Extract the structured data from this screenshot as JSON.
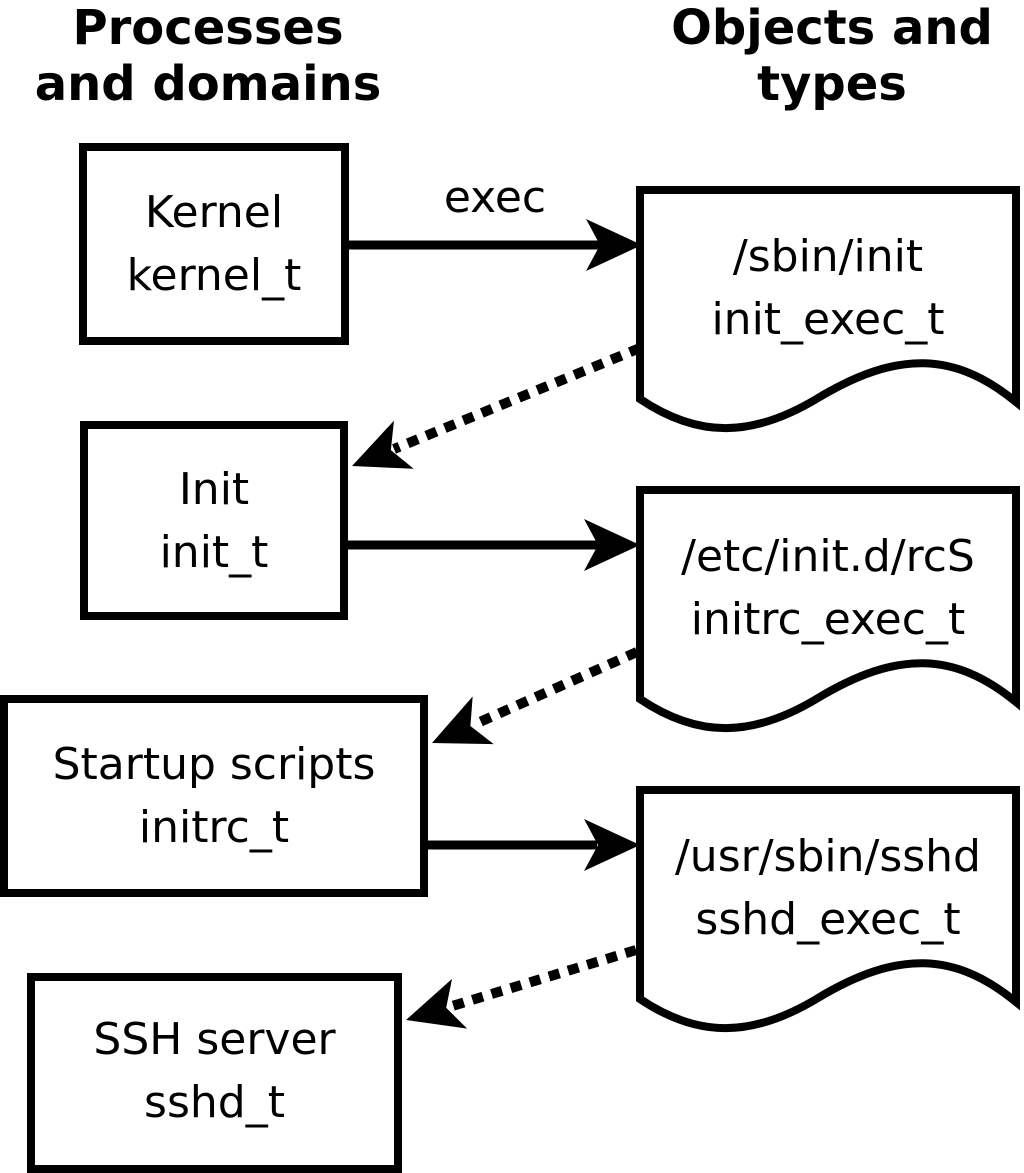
{
  "headers": {
    "left": "Processes\nand domains",
    "right": "Objects and\ntypes"
  },
  "nodes": {
    "processes": [
      {
        "id": "kernel_t",
        "label": "Kernel",
        "type": "kernel_t"
      },
      {
        "id": "init_t",
        "label": "Init",
        "type": "init_t"
      },
      {
        "id": "initrc_t",
        "label": "Startup scripts",
        "type": "initrc_t"
      },
      {
        "id": "sshd_t",
        "label": "SSH server",
        "type": "sshd_t"
      }
    ],
    "objects": [
      {
        "id": "init_exec_t",
        "label": "/sbin/init",
        "type": "init_exec_t"
      },
      {
        "id": "initrc_exec_t",
        "label": "/etc/init.d/rcS",
        "type": "initrc_exec_t"
      },
      {
        "id": "sshd_exec_t",
        "label": "/usr/sbin/sshd",
        "type": "sshd_exec_t"
      }
    ]
  },
  "edges": [
    {
      "from": "kernel_t",
      "to": "init_exec_t",
      "style": "solid",
      "label": "exec"
    },
    {
      "from": "init_exec_t",
      "to": "init_t",
      "style": "dotted",
      "label": ""
    },
    {
      "from": "init_t",
      "to": "initrc_exec_t",
      "style": "solid",
      "label": ""
    },
    {
      "from": "initrc_exec_t",
      "to": "initrc_t",
      "style": "dotted",
      "label": ""
    },
    {
      "from": "initrc_t",
      "to": "sshd_exec_t",
      "style": "solid",
      "label": ""
    },
    {
      "from": "sshd_exec_t",
      "to": "sshd_t",
      "style": "dotted",
      "label": ""
    }
  ],
  "colors": {
    "line": "#000000",
    "fill": "#ffffff",
    "background": "#ffffff"
  }
}
